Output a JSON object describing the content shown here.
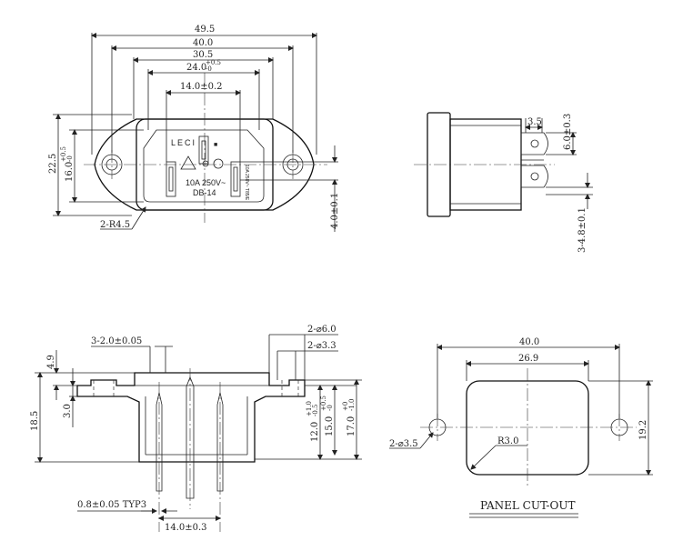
{
  "front_view": {
    "d_49_5": "49.5",
    "d_40_0": "40.0",
    "d_30_5": "30.5",
    "d_24_0": "24.0",
    "d_24_0_tol": "+0.5",
    "d_24_0_tol2": "-0",
    "d_14_0": "14.0±0.2",
    "d_22_5": "22.5",
    "d_16_0": "16.0",
    "d_16_0_tol": "+0.5",
    "d_16_0_tol2": "-0",
    "d_4_0": "4.0±0.1",
    "r_label": "2-R4.5",
    "mark_leci": "LECI",
    "rating_line1": "10A 250V~",
    "rating_line2": "DB-14",
    "side_small_text": "10A 250V~ T85/E"
  },
  "side_view": {
    "d_3_5": "3.5",
    "d_6_0": "6.0±0.3",
    "d_4_8": "3-4.8±0.1"
  },
  "section_view": {
    "d_pins": "3-2.0±0.05",
    "d_holes1": "2-⌀6.0",
    "d_holes2": "2-⌀3.3",
    "d_4_9": "4.9",
    "d_3_0": "3.0",
    "d_18_5": "18.5",
    "d_12_0": "12.0",
    "d_12_0_tol": "+1.0",
    "d_12_0_tol2": "-0.5",
    "d_15_0": "15.0",
    "d_15_0_tol": "+0.5",
    "d_15_0_tol2": "-0",
    "d_17_0": "17.0",
    "d_17_0_tol": "+0",
    "d_17_0_tol2": "-1.0",
    "d_pin_thk": "0.8±0.05 TYP3",
    "d_14_0": "14.0±0.3"
  },
  "cutout": {
    "d_40_0": "40.0",
    "d_26_9": "26.9",
    "d_19_2": "19.2",
    "d_holes": "2-⌀3.5",
    "d_r": "R3.0",
    "title": "PANEL CUT-OUT"
  }
}
